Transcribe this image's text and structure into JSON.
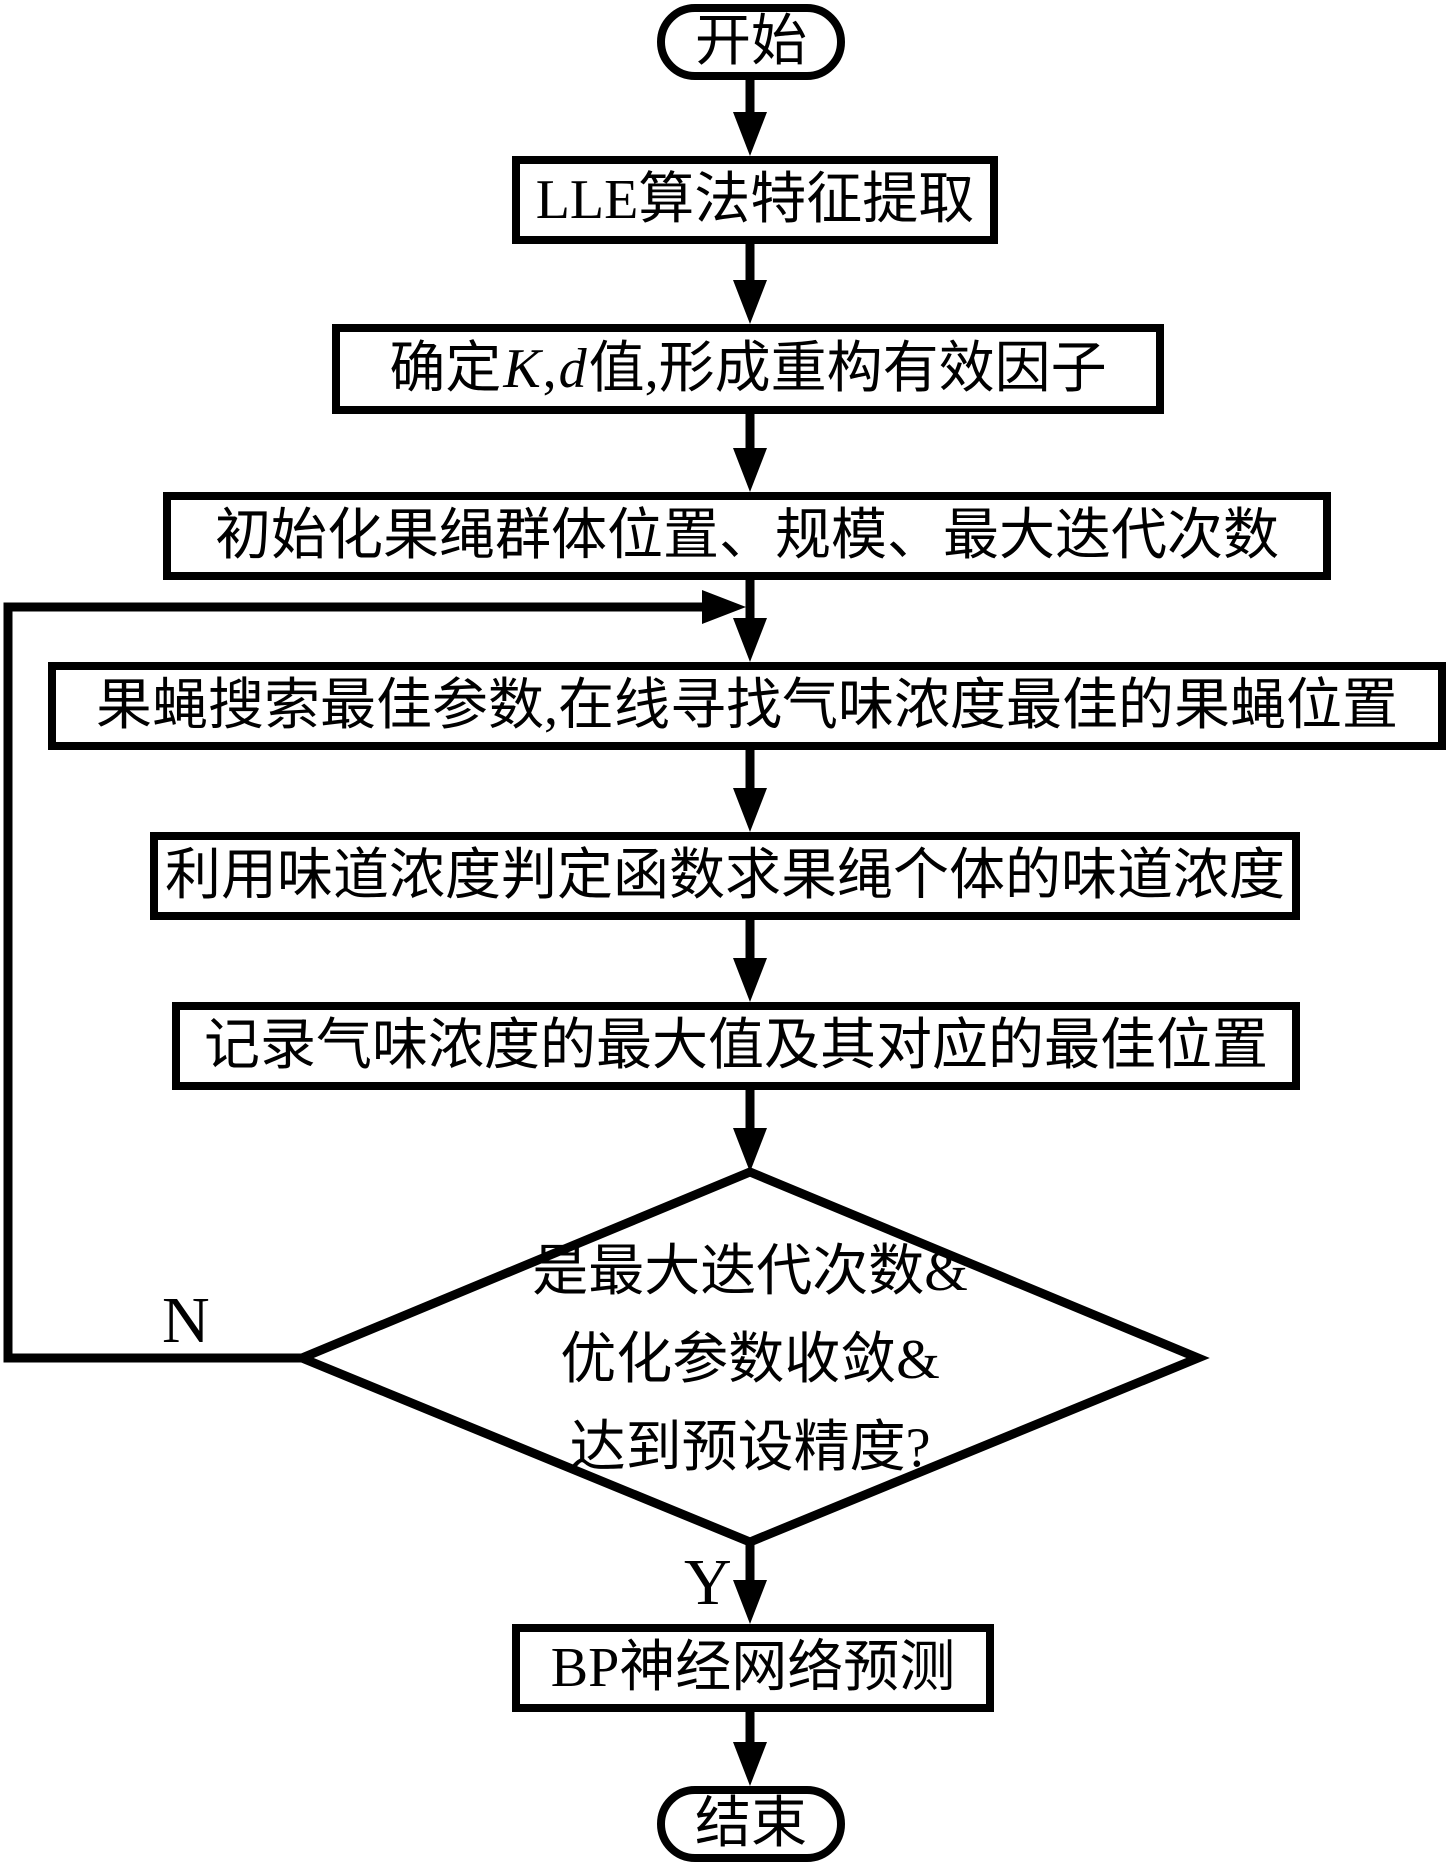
{
  "colors": {
    "ink": "#000000",
    "paper": "#ffffff"
  },
  "nodes": {
    "start": {
      "label": "开始"
    },
    "lle": {
      "label": "LLE算法特征提取"
    },
    "kd": {
      "pre": "确定",
      "var_k": "K",
      "comma1": ",",
      "var_d": "d",
      "post": "值,形成重构有效因子"
    },
    "init": {
      "label": "初始化果绳群体位置、规模、最大迭代次数"
    },
    "search": {
      "label": "果蝇搜索最佳参数,在线寻找气味浓度最佳的果蝇位置"
    },
    "smell": {
      "label": "利用味道浓度判定函数求果绳个体的味道浓度"
    },
    "record": {
      "label": "记录气味浓度的最大值及其对应的最佳位置"
    },
    "decision": {
      "line1": "是最大迭代次数&",
      "line2": "优化参数收敛&",
      "line3": "达到预设精度?"
    },
    "bp": {
      "label": "BP神经网络预测"
    },
    "end": {
      "label": "结束"
    }
  },
  "edge_labels": {
    "no": "N",
    "yes": "Y"
  }
}
